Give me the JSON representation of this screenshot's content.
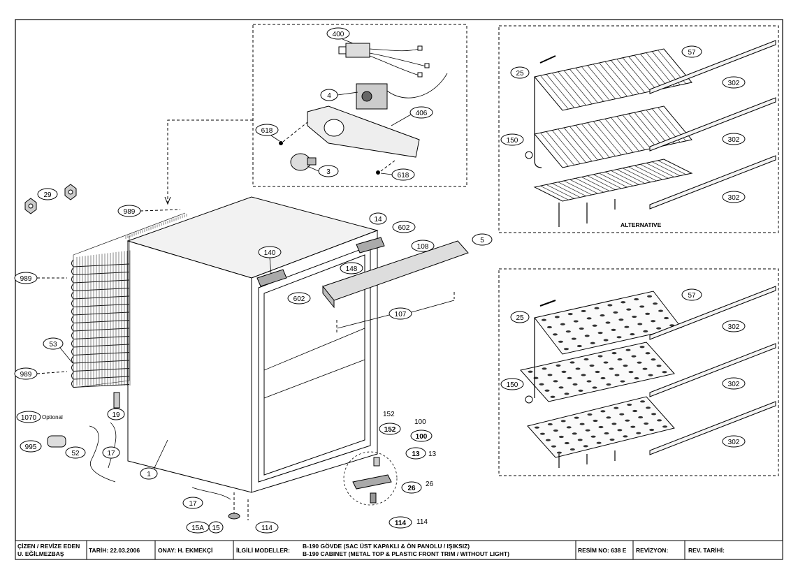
{
  "balloons": {
    "b400": "400",
    "b4": "4",
    "b406": "406",
    "b618a": "618",
    "b3": "3",
    "b618b": "618",
    "b29": "29",
    "b989a": "989",
    "b989b": "989",
    "b989c": "989",
    "b53": "53",
    "b14": "14",
    "b602a": "602",
    "b602b": "602",
    "b140": "140",
    "b108": "108",
    "b5": "5",
    "b148": "148",
    "b107": "107",
    "b1": "1",
    "b19": "19",
    "b1070": "1070",
    "b995": "995",
    "b52": "52",
    "b17a": "17",
    "b17b": "17",
    "b15a": "15A",
    "b15": "15",
    "b114a": "114",
    "b152": "152",
    "b100": "100",
    "b13": "13",
    "b26": "26",
    "b114b": "114",
    "b25a": "25",
    "b57a": "57",
    "b150a": "150",
    "b302a": "302",
    "b302b": "302",
    "b302c": "302",
    "b25b": "25",
    "b57b": "57",
    "b150b": "150",
    "b302d": "302",
    "b302e": "302",
    "b302f": "302"
  },
  "text_labels": {
    "optional": "Optional",
    "alternative": "ALTERNATIVE",
    "t152": "152",
    "t100": "100",
    "t13": "13",
    "t26": "26",
    "t114": "114"
  },
  "title_block": {
    "drawn_by_label": "ÇİZEN / REVİZE EDEN",
    "drawn_by_name": "U. EĞİLMEZBAŞ",
    "date": "TARİH: 22.03.2006",
    "approval": "ONAY: H. EKMEKÇİ",
    "models_label": "İLGİLİ MODELLER:",
    "model_line_1": "B-190  GÖVDE (SAC ÜST KAPAKLI & ÖN PANOLU / IŞIKSIZ)",
    "model_line_2": "B-190 CABINET (METAL TOP & PLASTIC FRONT TRIM / WITHOUT LIGHT)",
    "drawing_no": "RESİM NO: 638 E",
    "revision": "REVİZYON:",
    "revision_date": "REV. TARİHİ:"
  }
}
